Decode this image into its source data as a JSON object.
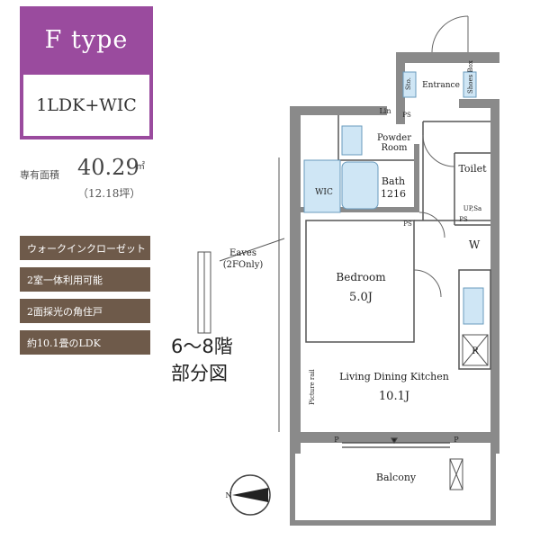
{
  "unit": {
    "type_label": "F type",
    "layout": "1LDK+WIC",
    "area_label": "専有面積",
    "area_value": "40.29",
    "area_unit": "㎡",
    "area_tsubo": "（12.18坪）"
  },
  "features": [
    "ウォークインクローゼット",
    "2室一体利用可能",
    "2面採光の角住戸",
    "約10.1畳のLDK"
  ],
  "floor_note": {
    "line1": "6～8階",
    "line2": "部分図"
  },
  "rooms": {
    "entrance": "Entrance",
    "sto": "Sto.",
    "shoes_box": "Shoes Box",
    "lin": "Lin",
    "ps": "PS",
    "powder_room_1": "Powder",
    "powder_room_2": "Room",
    "toilet": "Toilet",
    "bath": "Bath",
    "bath_size": "1216",
    "wic": "WIC",
    "up_sa": "UP,Sa",
    "w": "W",
    "bedroom": "Bedroom",
    "bedroom_size": "5.0J",
    "r": "R",
    "ldk": "Living Dining Kitchen",
    "ldk_size": "10.1J",
    "picture_rail": "Picture rail",
    "eaves_1": "Eaves",
    "eaves_2": "(2FOnly)",
    "p": "P",
    "balcony": "Balcony"
  },
  "compass": {
    "north": "N"
  },
  "colors": {
    "type_bg": "#9a4b9e",
    "feature_bg": "#6e5a4a",
    "wall": "#8a8a8a",
    "wet_area": "#cfe6f5"
  }
}
